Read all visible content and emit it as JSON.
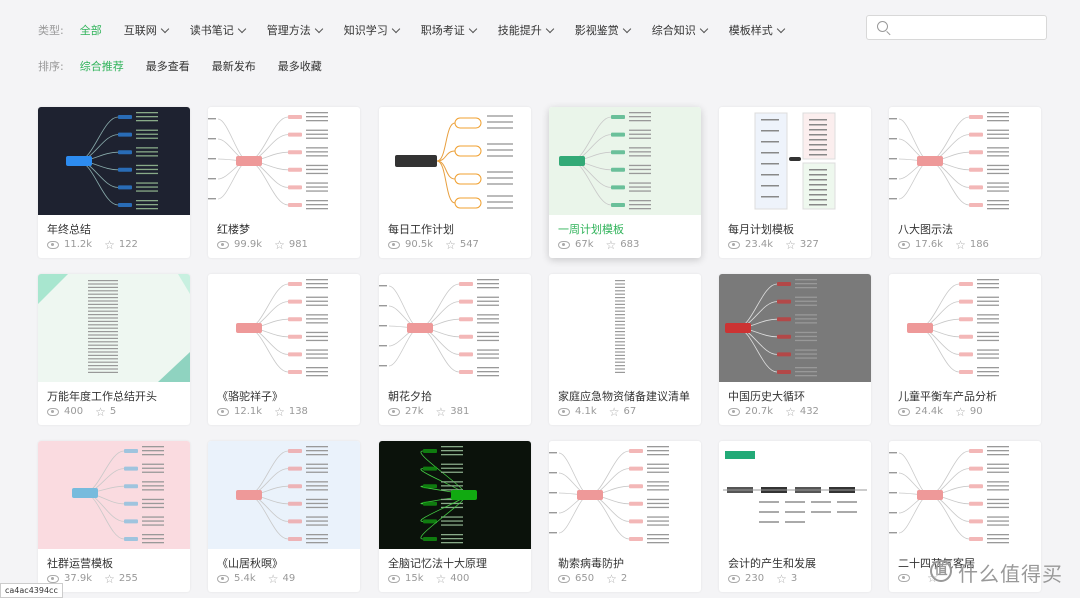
{
  "filters": {
    "type_label": "类型:",
    "categories": [
      {
        "label": "全部",
        "active": true,
        "dropdown": false
      },
      {
        "label": "互联网",
        "dropdown": true
      },
      {
        "label": "读书笔记",
        "dropdown": true
      },
      {
        "label": "管理方法",
        "dropdown": true
      },
      {
        "label": "知识学习",
        "dropdown": true
      },
      {
        "label": "职场考证",
        "dropdown": true
      },
      {
        "label": "技能提升",
        "dropdown": true
      },
      {
        "label": "影视鉴赏",
        "dropdown": true
      },
      {
        "label": "综合知识",
        "dropdown": true
      },
      {
        "label": "模板样式",
        "dropdown": true
      }
    ],
    "sort_label": "排序:",
    "sorts": [
      {
        "label": "综合推荐",
        "active": true
      },
      {
        "label": "最多查看"
      },
      {
        "label": "最新发布"
      },
      {
        "label": "最多收藏"
      }
    ],
    "search_placeholder": ""
  },
  "cards": [
    {
      "title": "年终总结",
      "views": "11.2k",
      "stars": "122",
      "thumb_bg": "#1e2230",
      "style": "dark"
    },
    {
      "title": "红楼梦",
      "views": "99.9k",
      "stars": "981",
      "thumb_bg": "#ffffff",
      "style": "mind"
    },
    {
      "title": "每日工作计划",
      "views": "90.5k",
      "stars": "547",
      "thumb_bg": "#ffffff",
      "style": "plan"
    },
    {
      "title": "一周计划模板",
      "views": "67k",
      "stars": "683",
      "thumb_bg": "#eaf5ea",
      "style": "week",
      "highlight": true
    },
    {
      "title": "每月计划模板",
      "views": "23.4k",
      "stars": "327",
      "thumb_bg": "#ffffff",
      "style": "month"
    },
    {
      "title": "八大图示法",
      "views": "17.6k",
      "stars": "186",
      "thumb_bg": "#ffffff",
      "style": "mind"
    },
    {
      "title": "万能年度工作总结开头",
      "views": "400",
      "stars": "5",
      "thumb_bg": "#eef7f1",
      "style": "doc"
    },
    {
      "title": "《骆驼祥子》",
      "views": "12.1k",
      "stars": "138",
      "thumb_bg": "#ffffff",
      "style": "color"
    },
    {
      "title": "朝花夕拾",
      "views": "27k",
      "stars": "381",
      "thumb_bg": "#ffffff",
      "style": "mind2"
    },
    {
      "title": "家庭应急物资储备建议清单",
      "views": "4.1k",
      "stars": "67",
      "thumb_bg": "#ffffff",
      "style": "list"
    },
    {
      "title": "中国历史大循环",
      "views": "20.7k",
      "stars": "432",
      "thumb_bg": "#7a7a7a",
      "style": "gray"
    },
    {
      "title": "儿童平衡车产品分析",
      "views": "24.4k",
      "stars": "90",
      "thumb_bg": "#ffffff",
      "style": "tree"
    },
    {
      "title": "社群运营模板",
      "views": "37.9k",
      "stars": "255",
      "thumb_bg": "#fadbe0",
      "style": "pink"
    },
    {
      "title": "《山居秋暝》",
      "views": "5.4k",
      "stars": "49",
      "thumb_bg": "#eaf2fb",
      "style": "poem"
    },
    {
      "title": "全脑记忆法十大原理",
      "views": "15k",
      "stars": "400",
      "thumb_bg": "#0b120b",
      "style": "green"
    },
    {
      "title": "勒索病毒防护",
      "views": "650",
      "stars": "2",
      "thumb_bg": "#ffffff",
      "style": "mind"
    },
    {
      "title": "会计的产生和发展",
      "views": "230",
      "stars": "3",
      "thumb_bg": "#ffffff",
      "style": "time"
    },
    {
      "title": "二十四节气客居",
      "views": "",
      "stars": "",
      "thumb_bg": "#ffffff",
      "style": "mind"
    }
  ],
  "tooltip": "ca4ac4394cc",
  "watermark": "什么值得买"
}
